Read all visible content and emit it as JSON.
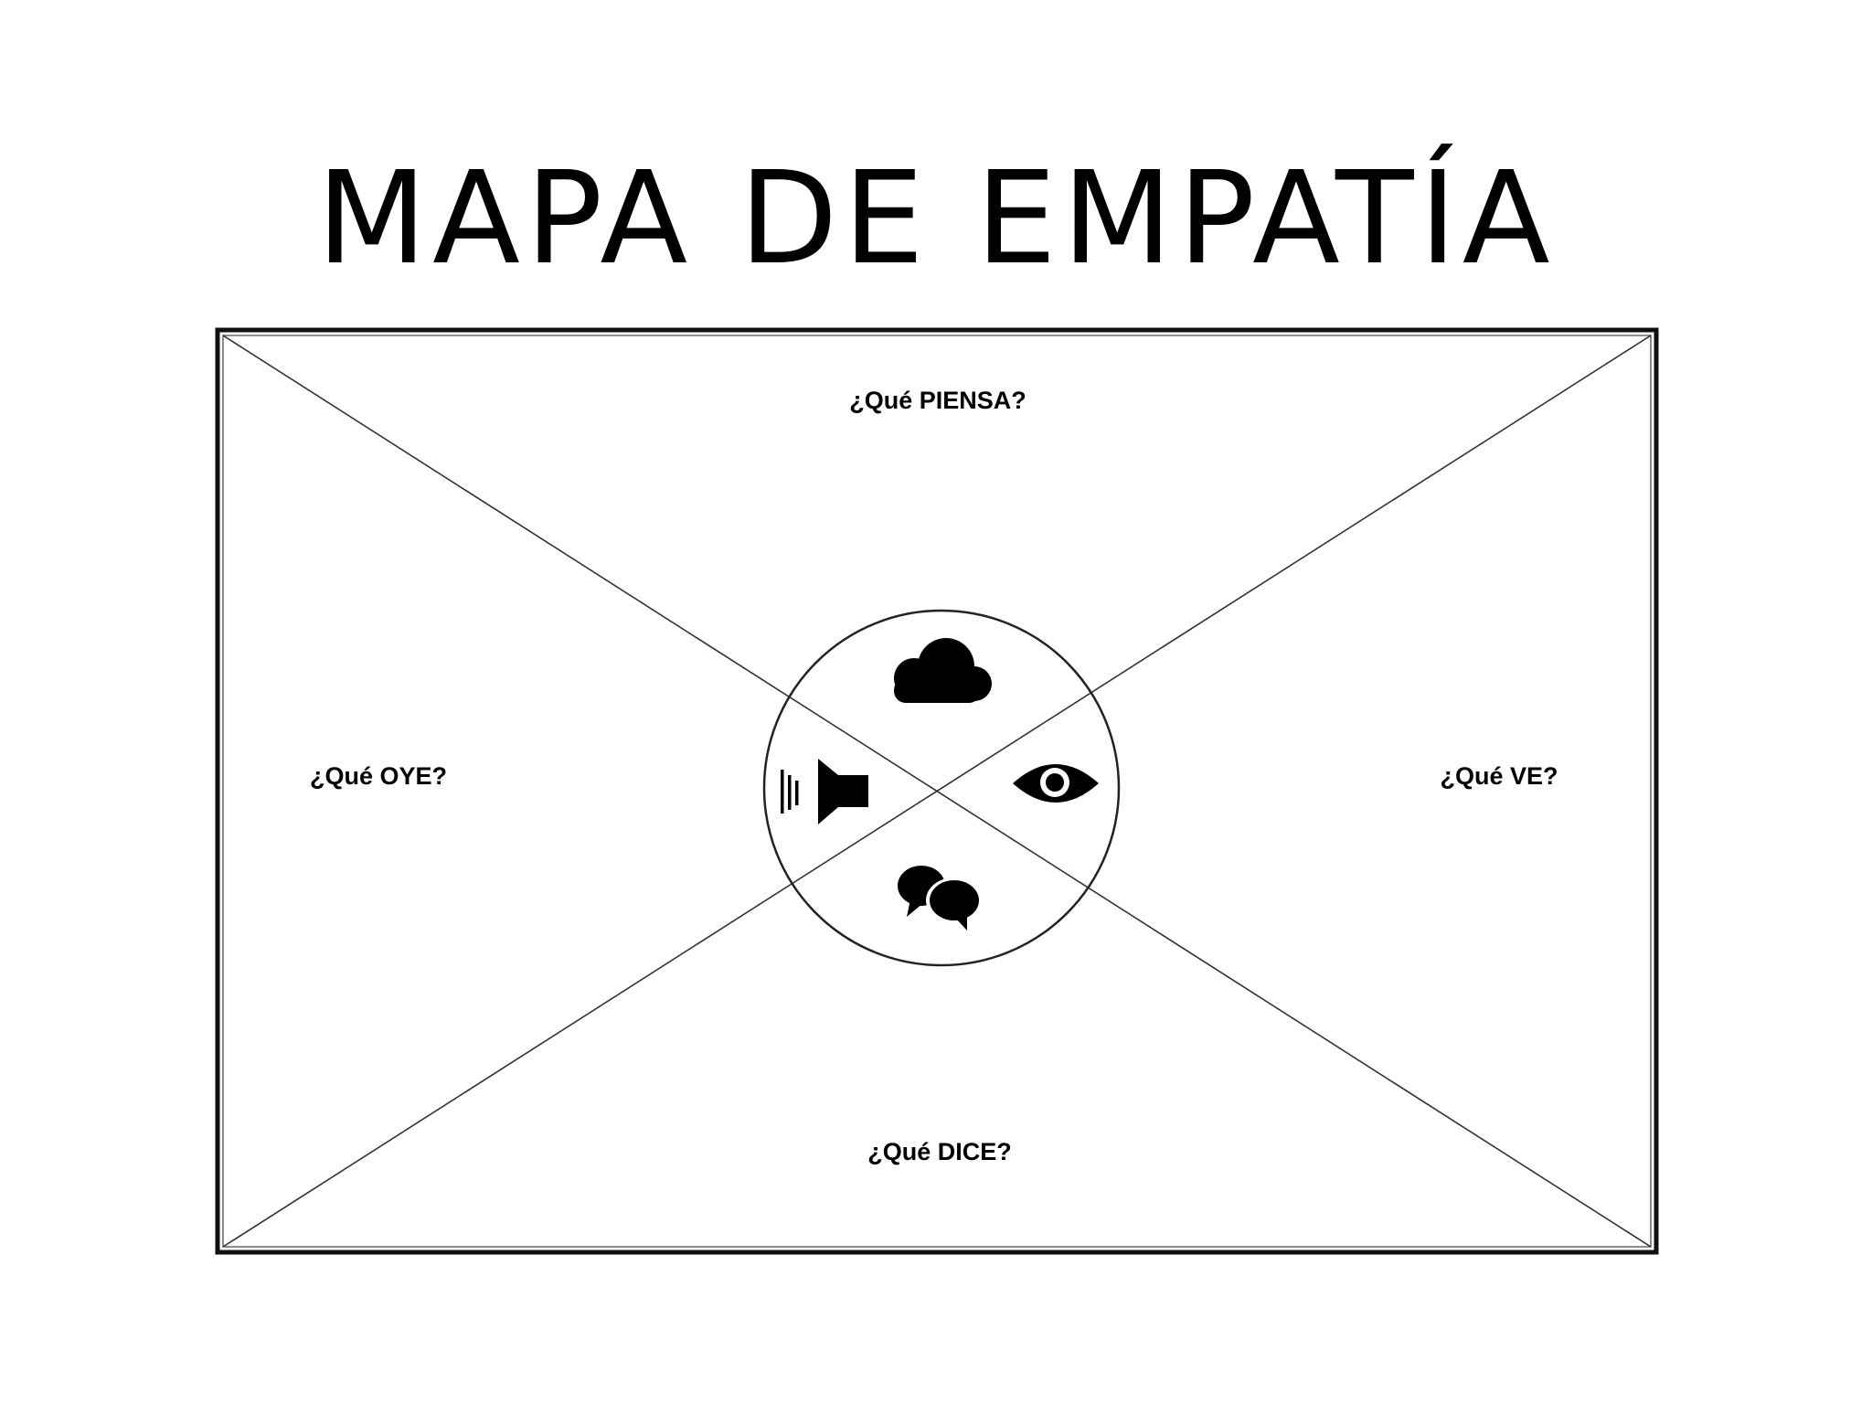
{
  "title": "MAPA DE EMPATÍA",
  "quadrants": {
    "top": {
      "label": "¿Qué PIENSA?",
      "icon": "cloud-icon"
    },
    "left": {
      "label": "¿Qué OYE?",
      "icon": "speaker-icon"
    },
    "right": {
      "label": "¿Qué VE?",
      "icon": "eye-icon"
    },
    "bottom": {
      "label": "¿Qué DICE?",
      "icon": "speech-bubbles-icon"
    }
  },
  "colors": {
    "background": "#ffffff",
    "ink": "#000000",
    "frame": "#111111",
    "diagonal": "#333333"
  }
}
